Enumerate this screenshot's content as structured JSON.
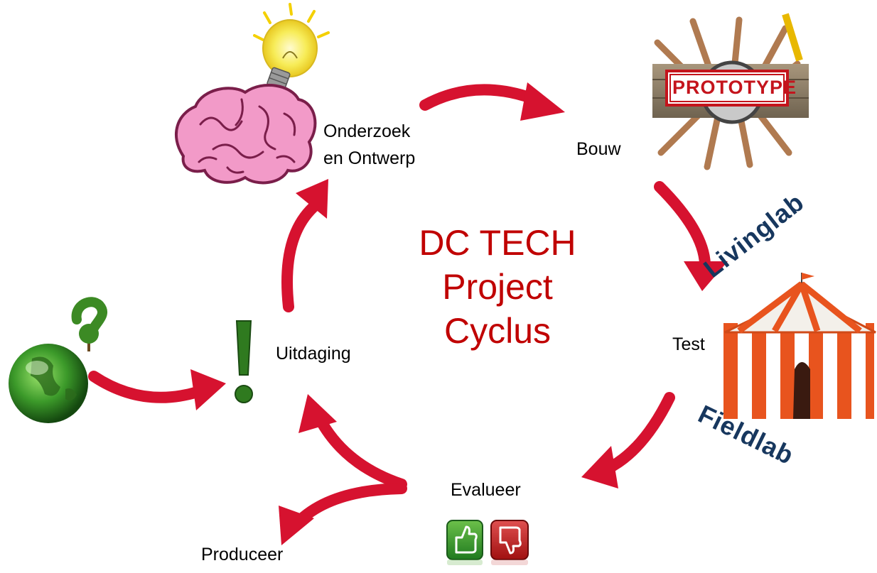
{
  "title": {
    "line1": "DC TECH",
    "line2": "Project",
    "line3": "Cyclus"
  },
  "steps": {
    "onderzoek_line1": "Onderzoek",
    "onderzoek_line2": "en Ontwerp",
    "bouw": "Bouw",
    "test": "Test",
    "evalueer": "Evalueer",
    "uitdaging": "Uitdaging",
    "produceer": "Produceer"
  },
  "prototype_sign": "PROTOTYPE",
  "tent_labels": {
    "top": "Livinglab",
    "bottom": "Fieldlab"
  },
  "colors": {
    "arrow": "#d6122f",
    "title": "#c00000",
    "tent_text": "#17375e"
  }
}
